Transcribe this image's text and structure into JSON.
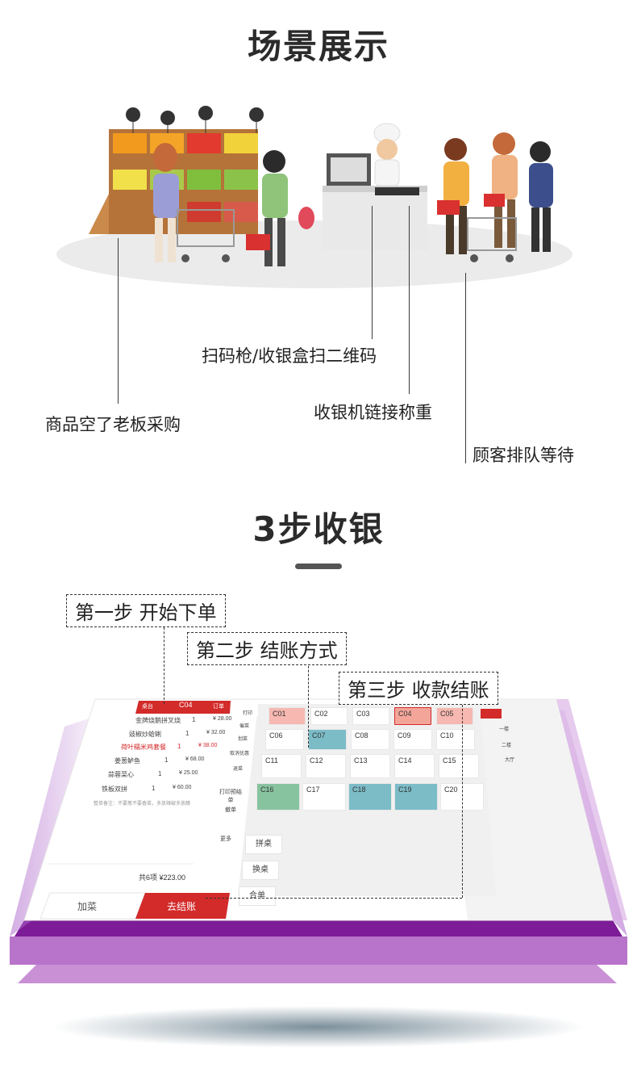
{
  "scene_title": "场景展示",
  "callouts": {
    "scanner": "扫码枪/收银盒扫二维码",
    "scale": "收银机链接称重",
    "queue": "顾客排队等待",
    "restock": "商品空了老板采购"
  },
  "steps_title": "3步收银",
  "steps": {
    "step1": "第一步 开始下单",
    "step2": "第二步 结账方式",
    "step3": "第三步 收款结账"
  },
  "pos": {
    "header_table": "C04",
    "header_left": "桌台",
    "header_right": "订单",
    "order_items": [
      {
        "name": "金牌烧鹅拼叉烧",
        "qty": "1",
        "price": "¥ 28.00",
        "highlight": false
      },
      {
        "name": "豉椒炒蛤蜊",
        "qty": "1",
        "price": "¥ 32.00",
        "highlight": false
      },
      {
        "name": "荷叶糯米鸡套餐",
        "qty": "1",
        "price": "¥ 38.00",
        "highlight": true
      },
      {
        "name": "姜葱鲈鱼",
        "qty": "1",
        "price": "¥ 68.00",
        "highlight": false
      },
      {
        "name": "蒜蓉菜心",
        "qty": "1",
        "price": "¥ 25.00",
        "highlight": false
      },
      {
        "name": "铁板双拼",
        "qty": "1",
        "price": "¥ 60.00",
        "highlight": false
      }
    ],
    "order_note": "整单备注：不要葱不要香菜，多放辣椒多放醋",
    "total": "共6项 ¥223.00",
    "add_dish": "加菜",
    "checkout": "去结账",
    "side_menu": [
      "打印",
      "催菜",
      "划菜",
      "取消优惠",
      "退菜",
      "打印预结单",
      "撤单",
      "更多"
    ],
    "popup": [
      "拼桌",
      "换桌",
      "合单"
    ],
    "tables": [
      {
        "no": "C01",
        "state": "occupied"
      },
      {
        "no": "C02",
        "state": "free"
      },
      {
        "no": "C03",
        "state": "free"
      },
      {
        "no": "C04",
        "state": "selected"
      },
      {
        "no": "C05",
        "state": "occupied"
      },
      {
        "no": "C06",
        "state": "free"
      },
      {
        "no": "C07",
        "state": "pending"
      },
      {
        "no": "C08",
        "state": "free"
      },
      {
        "no": "C09",
        "state": "free"
      },
      {
        "no": "C10",
        "state": "free"
      },
      {
        "no": "C11",
        "state": "free"
      },
      {
        "no": "C12",
        "state": "free"
      },
      {
        "no": "C13",
        "state": "free"
      },
      {
        "no": "C14",
        "state": "free"
      },
      {
        "no": "C15",
        "state": "free"
      },
      {
        "no": "C16",
        "state": "served"
      },
      {
        "no": "C17",
        "state": "free"
      },
      {
        "no": "C18",
        "state": "pending"
      },
      {
        "no": "C19",
        "state": "pending"
      },
      {
        "no": "C20",
        "state": "free"
      }
    ],
    "right_nav": [
      "一楼",
      "二楼",
      "大厅"
    ]
  },
  "colors": {
    "accent_red": "#d32a2a",
    "purple": "#7d1c97",
    "teal": "#7bbcc7",
    "green": "#88c3a0",
    "pink": "#f2a7a0"
  }
}
